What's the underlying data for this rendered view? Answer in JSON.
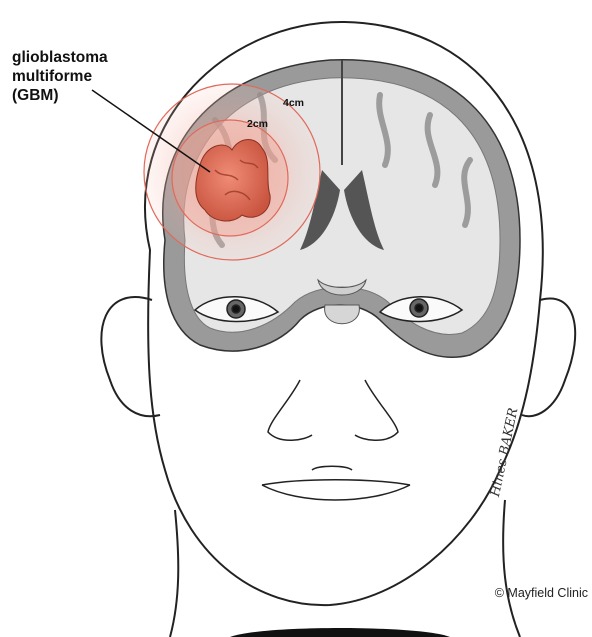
{
  "annotation": {
    "tumor_name_lines": [
      "glioblastoma",
      "multiforme",
      "(GBM)"
    ],
    "ring_outer": "4cm",
    "ring_inner": "2cm"
  },
  "credit": "© Mayfield Clinic",
  "signature": "Hines BAKER",
  "colors": {
    "tumor": "#d9654f",
    "tumor_halo": "#f0a89a",
    "ring_line": "#e06a5a",
    "brain_gray": "#8c8c8c",
    "white_matter": "#e8e8e8",
    "collar": "#111111"
  },
  "icons": [
    "brain-section",
    "tumor-mass",
    "face-outline"
  ]
}
